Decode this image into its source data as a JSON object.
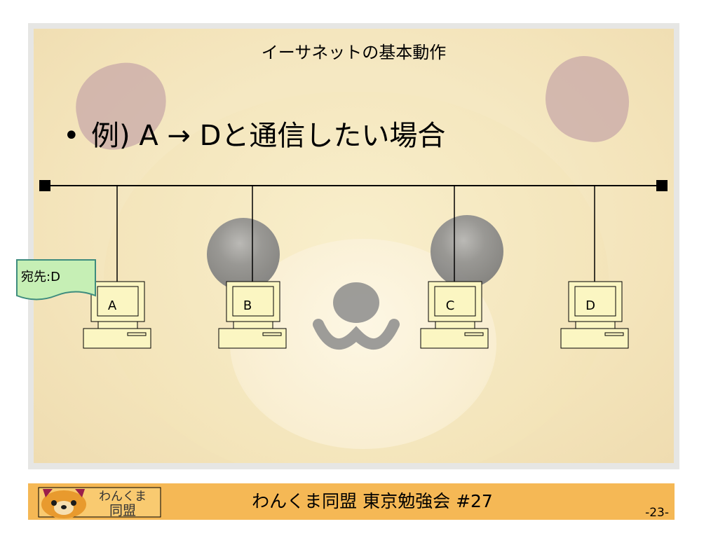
{
  "slide": {
    "title": "イーサネットの基本動作",
    "bullet_marker": "•",
    "bullet": "例) A → Dと通信したい場合"
  },
  "diagram": {
    "computers": [
      {
        "label": "A"
      },
      {
        "label": "B"
      },
      {
        "label": "C"
      },
      {
        "label": "D"
      }
    ],
    "packet": {
      "text": "宛先:D"
    }
  },
  "footer": {
    "logo_line1": "わんくま",
    "logo_line2": "同盟",
    "text": "わんくま同盟 東京勉強会 #27",
    "page_number": "-23-"
  },
  "colors": {
    "footer_bg": "#f5b855",
    "pc_fill": "#fbf6c2",
    "packet_fill": "#c6efb5",
    "packet_border": "#3e8c7e"
  }
}
